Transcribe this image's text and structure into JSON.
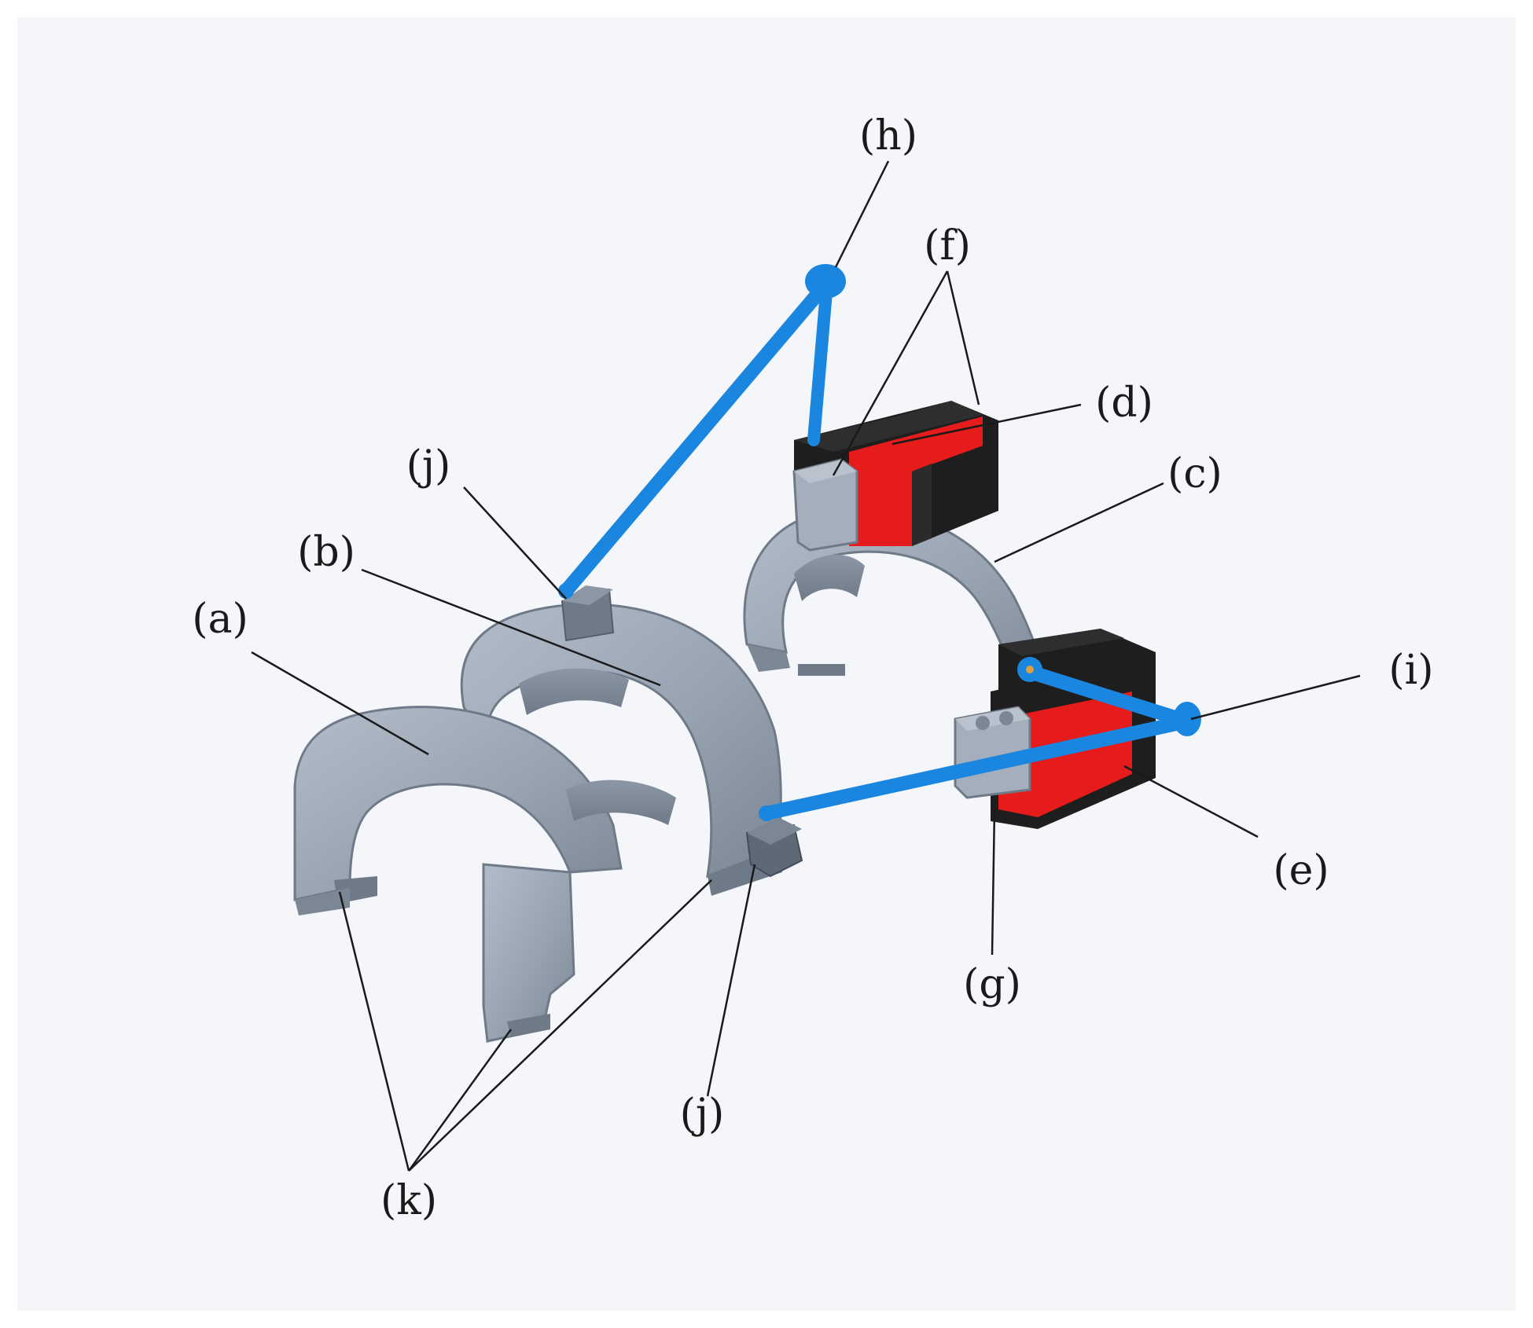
{
  "labels": {
    "a": "(a)",
    "b": "(b)",
    "c": "(c)",
    "d": "(d)",
    "e": "(e)",
    "f": "(f)",
    "g": "(g)",
    "h": "(h)",
    "i": "(i)",
    "j_top": "(j)",
    "j_bottom": "(j)",
    "k": "(k)"
  },
  "colors": {
    "background": "#f4f6f9",
    "part_gray": "#98a3b2",
    "part_gray_dark": "#6f7a89",
    "servo_red": "#e61b1b",
    "servo_black": "#1e1e1e",
    "linkage_blue": "#1a86e0"
  }
}
